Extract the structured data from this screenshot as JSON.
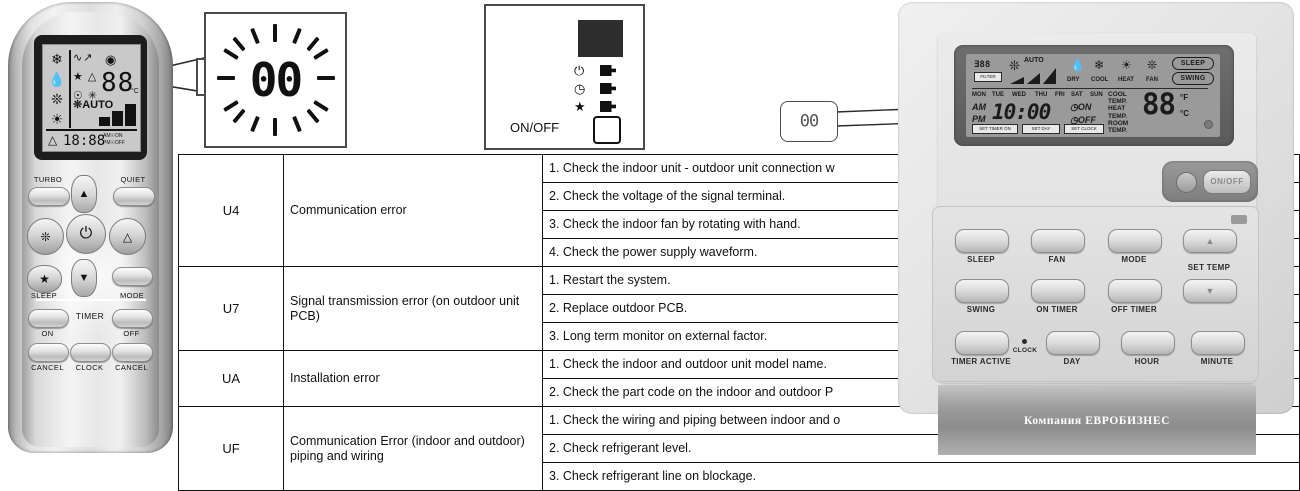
{
  "remote": {
    "lcd": {
      "left_icons": [
        "snowflake-icon",
        "water-drop-icon",
        "fan-icon",
        "sun-icon",
        "warning-triangle-icon"
      ],
      "mid_icons": [
        "air-flow-icon",
        "star-icon",
        "swing-icon",
        "turbo-icon",
        "quiet-icon"
      ],
      "wifi_icon": "wifi-icon",
      "temp_value": "88",
      "temp_unit": "°C",
      "auto_label": "AUTO",
      "clock_value": "18:88",
      "am_label": "AM",
      "pm_label": "PM",
      "on_label": "ON",
      "off_label": "OFF"
    },
    "buttons": {
      "turbo": "TURBO",
      "quiet": "QUIET",
      "up": "▲",
      "down": "▼",
      "fan": "fan-icon",
      "power": "power-icon",
      "swing": "swing-icon",
      "sleep": "SLEEP",
      "mode": "MODE",
      "timer": "TIMER",
      "on": "ON",
      "off": "OFF",
      "cancel_left": "CANCEL",
      "clock": "CLOCK",
      "cancel_right": "CANCEL"
    }
  },
  "callout_blink": {
    "digits": "00",
    "caption": "blinking-display"
  },
  "callout_panel": {
    "indicators": [
      "power-glyph",
      "timer-glyph",
      "star-glyph"
    ],
    "onoff_label": "ON/OFF"
  },
  "callout_small": {
    "digits": "00"
  },
  "table": {
    "rows": [
      {
        "code": "U4",
        "description": "Communication error",
        "steps": [
          "1. Check the indoor unit - outdoor unit connection w",
          "2. Check the voltage of the signal terminal.",
          "3. Check the indoor fan by rotating with hand.",
          "4. Check the power supply waveform."
        ]
      },
      {
        "code": "U7",
        "description": "Signal transmission error (on outdoor unit PCB)",
        "steps": [
          "1. Restart the system.",
          "2. Replace outdoor PCB.",
          "3. Long term monitor on external factor."
        ]
      },
      {
        "code": "UA",
        "description": "Installation error",
        "steps": [
          "1. Check the indoor and outdoor unit model name.",
          "2. Check the part code on the indoor and outdoor P"
        ]
      },
      {
        "code": "UF",
        "description": "Communication Error (indoor and outdoor) piping and wiring",
        "steps": [
          "1. Check the wiring and piping between indoor and o",
          "2. Check refrigerant level.",
          "3. Check refrigerant line on blockage."
        ]
      }
    ]
  },
  "wall_panel": {
    "display": {
      "filter_code": "88",
      "filter_tag": "FILTER",
      "fan_icon": "fan-icon",
      "auto_label": "AUTO",
      "modes": [
        {
          "icon": "water-drop-icon",
          "label": "DRY"
        },
        {
          "icon": "snowflake-icon",
          "label": "COOL"
        },
        {
          "icon": "sun-icon",
          "label": "HEAT"
        },
        {
          "icon": "fan-icon",
          "label": "FAN"
        }
      ],
      "sleep_label": "SLEEP",
      "swing_label": "SWING",
      "days": [
        "MON",
        "TUE",
        "WED",
        "THU",
        "FRI",
        "SAT",
        "SUN"
      ],
      "am_label": "AM",
      "pm_label": "PM",
      "clock_value": "10:00",
      "on_label": "ON",
      "off_label": "OFF",
      "temp_labels": [
        "COOL",
        "TEMP.",
        "HEAT",
        "TEMP.",
        "ROOM",
        "TEMP."
      ],
      "temp_value": "88",
      "unit_f": "°F",
      "unit_c": "°C",
      "mini_tags": [
        "SET TIMER ON",
        "SET DAY",
        "SET CLOCK"
      ]
    },
    "onoff_label": "ON/OFF",
    "keys": [
      {
        "label": "SLEEP"
      },
      {
        "label": "FAN"
      },
      {
        "label": "MODE"
      },
      {
        "label": "SET TEMP"
      },
      {
        "label": "SWING"
      },
      {
        "label": "ON TIMER"
      },
      {
        "label": "OFF TIMER"
      },
      {
        "label": "TIMER ACTIVE"
      },
      {
        "label": "CLOCK"
      },
      {
        "label": "DAY"
      },
      {
        "label": "HOUR"
      },
      {
        "label": "MINUTE"
      }
    ],
    "up_arrow": "▲",
    "down_arrow": "▼",
    "brand": "Компания  ЕВРОБИЗНЕС"
  },
  "colors": {
    "ink": "#111111",
    "panel": "#e4e4e4",
    "lcd": "#9a9a9a"
  }
}
